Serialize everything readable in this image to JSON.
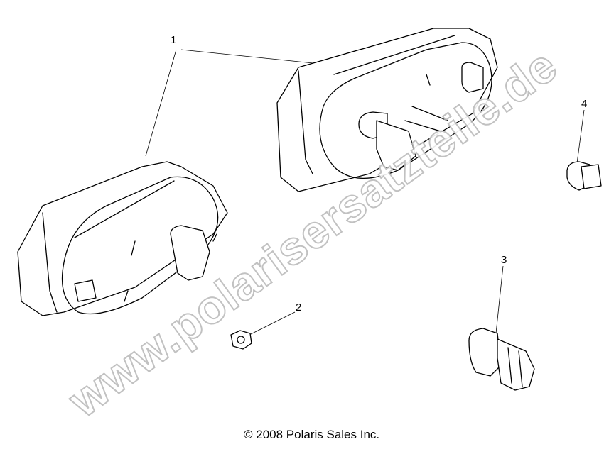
{
  "diagram": {
    "callouts": [
      {
        "label": "1"
      },
      {
        "label": "2"
      },
      {
        "label": "3"
      },
      {
        "label": "4"
      }
    ],
    "copyright": "© 2008 Polaris Sales Inc.",
    "watermark": "www.polarisersatzteile.de"
  }
}
